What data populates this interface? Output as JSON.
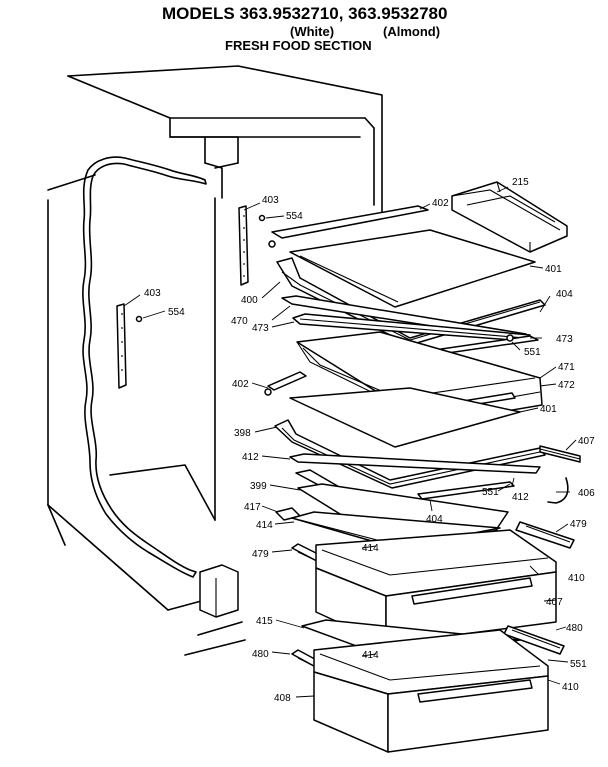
{
  "header": {
    "models": "MODELS 363.9532710, 363.9532780",
    "white": "(White)",
    "almond": "(Almond)",
    "section": "FRESH FOOD SECTION"
  },
  "callouts": {
    "c215": "215",
    "c402a": "402",
    "c403a": "403",
    "c554a": "554",
    "c401a": "401",
    "c403b": "403",
    "c554b": "554",
    "c400": "400",
    "c404a": "404",
    "c470": "470",
    "c473a": "473",
    "c473b": "473",
    "c551a": "551",
    "c471": "471",
    "c402b": "402",
    "c472": "472",
    "c401b": "401",
    "c398": "398",
    "c407a": "407",
    "c412a": "412",
    "c399": "399",
    "c551b": "551",
    "c412b": "412",
    "c406": "406",
    "c417": "417",
    "c404b": "404",
    "c414a": "414",
    "c479a": "479",
    "c414b": "414",
    "c479b": "479",
    "c410a": "410",
    "c407b": "407",
    "c415": "415",
    "c480a": "480",
    "c414c": "414",
    "c480b": "480",
    "c551c": "551",
    "c408": "408",
    "c410b": "410"
  }
}
